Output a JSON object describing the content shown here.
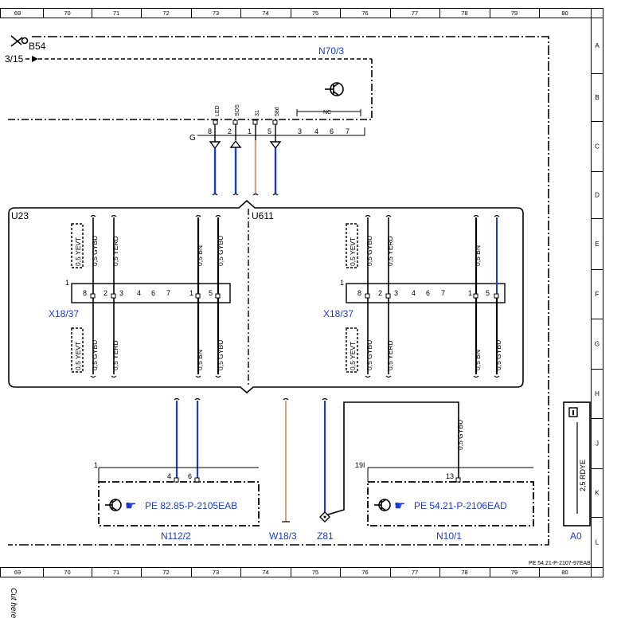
{
  "grid": {
    "columns": [
      "69",
      "70",
      "71",
      "72",
      "73",
      "74",
      "75",
      "76",
      "77",
      "78",
      "79",
      "80"
    ],
    "rows": [
      "A",
      "B",
      "C",
      "D",
      "E",
      "F",
      "G",
      "H",
      "J",
      "K",
      "L"
    ]
  },
  "components": {
    "b54": "B54",
    "b54_ref": "3/15",
    "n70_3": "N70/3",
    "u23": "U23",
    "u611": "U611",
    "x18_37_left": "X18/37",
    "x18_37_right": "X18/37",
    "n112_2": "N112/2",
    "w18_3": "W18/3",
    "z81": "Z81",
    "n10_1": "N10/1",
    "a0": "A0"
  },
  "n70_pins": {
    "signals": [
      "LED",
      "SOS",
      "31",
      "58d"
    ],
    "nc": "NC",
    "numbers": [
      "8",
      "2",
      "1",
      "5",
      "3",
      "4",
      "6",
      "7"
    ],
    "g": "G"
  },
  "connector": {
    "corner": "1",
    "pins": [
      "8",
      "2",
      "3",
      "4",
      "6",
      "7",
      "1",
      "5"
    ]
  },
  "wires_u23_top": [
    "0,5 YEVT",
    "0,5 GYBU",
    "0,5 YERD",
    "0,5 BN",
    "0,5 GYBU"
  ],
  "wires_u23_bottom": [
    "0,5 YEVT",
    "0,5 GYBU",
    "0,5 YERD",
    "0,5 BN",
    "0,5 GYBU"
  ],
  "wires_u611_top": [
    "0,5 YEVT",
    "0,5 GYBU",
    "0,5 YERD",
    "0,5 BN"
  ],
  "wires_u611_bottom": [
    "0,5 YEVT",
    "0,5 GYBU",
    "0,5 YERD",
    "0,5 BN",
    "0,5 GYBU"
  ],
  "n112": {
    "corner": "1",
    "pins": [
      "4",
      "6"
    ],
    "ref": "PE 82.85-P-2105EAB"
  },
  "n10": {
    "corner": "19I",
    "pin": "13",
    "wire": "0,5 GYBU",
    "ref": "PE 54.21-P-2106EAD"
  },
  "a0_wire": "2,5 RDYE",
  "footer_ref": "PE 54.21-P-2107-97EAB",
  "cut_here": "Cut here",
  "colors": {
    "blue_wire": "#1a3ad6",
    "brown_wire": "#c9a98a",
    "label_blue": "#1a3ad6"
  }
}
